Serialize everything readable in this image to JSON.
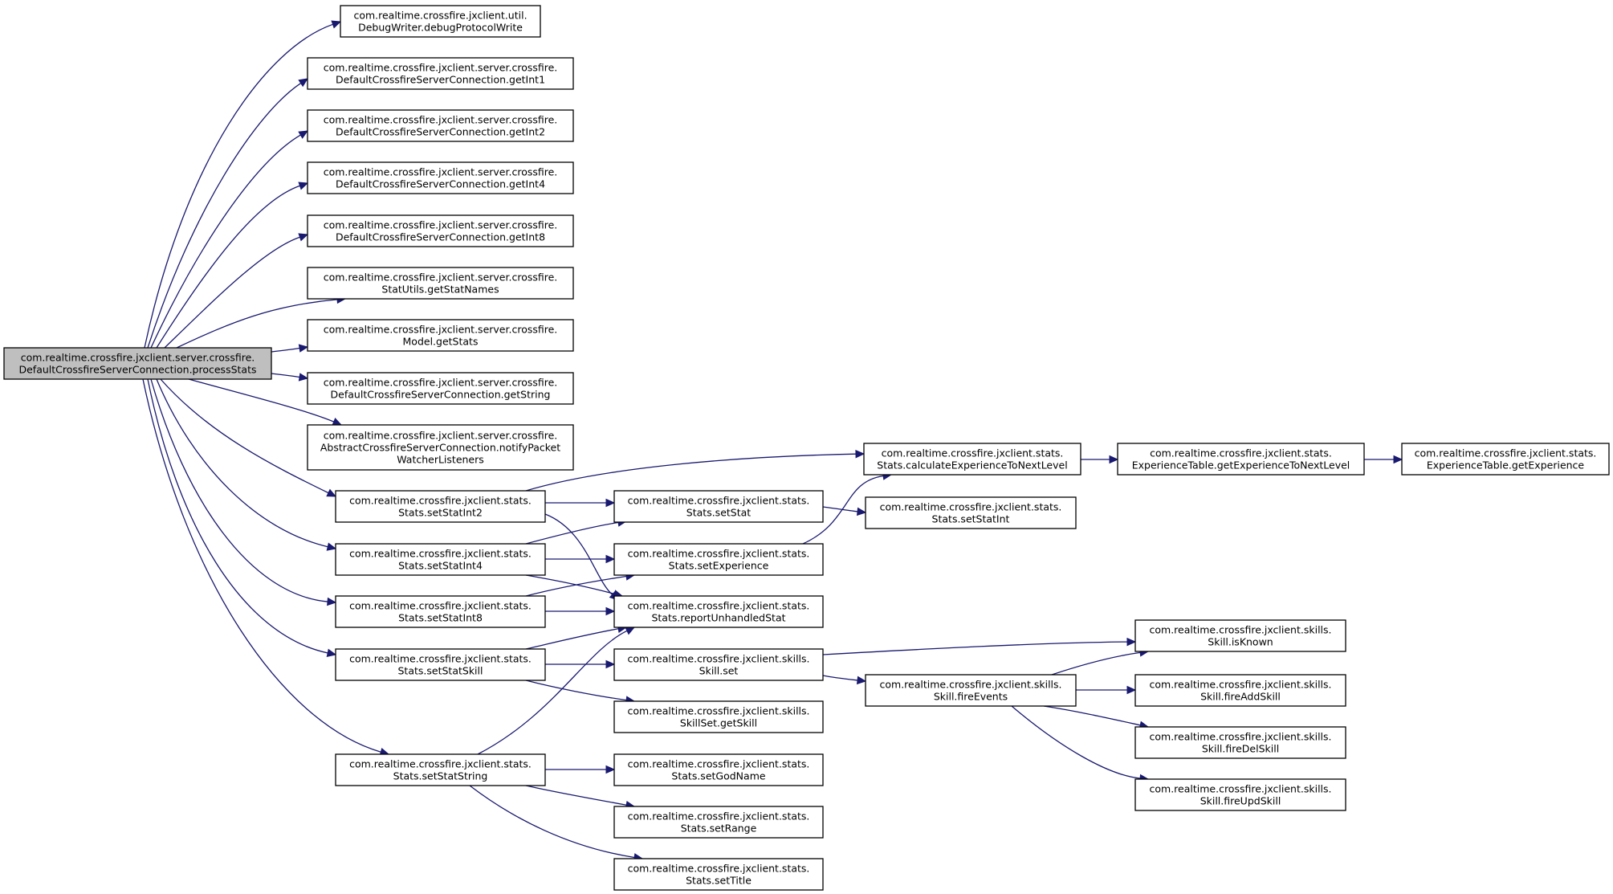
{
  "diagram": {
    "title": "",
    "nodes": [
      {
        "id": "processStats",
        "lines": [
          "com.realtime.crossfire.jxclient.server.crossfire.",
          "DefaultCrossfireServerConnection.processStats"
        ],
        "root": true
      },
      {
        "id": "debugProtocolWrite",
        "lines": [
          "com.realtime.crossfire.jxclient.util.",
          "DebugWriter.debugProtocolWrite"
        ]
      },
      {
        "id": "getInt1",
        "lines": [
          "com.realtime.crossfire.jxclient.server.crossfire.",
          "DefaultCrossfireServerConnection.getInt1"
        ]
      },
      {
        "id": "getInt2",
        "lines": [
          "com.realtime.crossfire.jxclient.server.crossfire.",
          "DefaultCrossfireServerConnection.getInt2"
        ]
      },
      {
        "id": "getInt4",
        "lines": [
          "com.realtime.crossfire.jxclient.server.crossfire.",
          "DefaultCrossfireServerConnection.getInt4"
        ]
      },
      {
        "id": "getInt8",
        "lines": [
          "com.realtime.crossfire.jxclient.server.crossfire.",
          "DefaultCrossfireServerConnection.getInt8"
        ]
      },
      {
        "id": "getStatNames",
        "lines": [
          "com.realtime.crossfire.jxclient.server.crossfire.",
          "StatUtils.getStatNames"
        ]
      },
      {
        "id": "getStats",
        "lines": [
          "com.realtime.crossfire.jxclient.server.crossfire.",
          "Model.getStats"
        ]
      },
      {
        "id": "getString",
        "lines": [
          "com.realtime.crossfire.jxclient.server.crossfire.",
          "DefaultCrossfireServerConnection.getString"
        ]
      },
      {
        "id": "notifyPacket",
        "lines": [
          "com.realtime.crossfire.jxclient.server.crossfire.",
          "AbstractCrossfireServerConnection.notifyPacket",
          "WatcherListeners"
        ]
      },
      {
        "id": "setStatInt2",
        "lines": [
          "com.realtime.crossfire.jxclient.stats.",
          "Stats.setStatInt2"
        ]
      },
      {
        "id": "setStatInt4",
        "lines": [
          "com.realtime.crossfire.jxclient.stats.",
          "Stats.setStatInt4"
        ]
      },
      {
        "id": "setStatInt8",
        "lines": [
          "com.realtime.crossfire.jxclient.stats.",
          "Stats.setStatInt8"
        ]
      },
      {
        "id": "setStatSkill",
        "lines": [
          "com.realtime.crossfire.jxclient.stats.",
          "Stats.setStatSkill"
        ]
      },
      {
        "id": "setStatString",
        "lines": [
          "com.realtime.crossfire.jxclient.stats.",
          "Stats.setStatString"
        ]
      },
      {
        "id": "calcExp",
        "lines": [
          "com.realtime.crossfire.jxclient.stats.",
          "Stats.calculateExperienceToNextLevel"
        ]
      },
      {
        "id": "setStat",
        "lines": [
          "com.realtime.crossfire.jxclient.stats.",
          "Stats.setStat"
        ]
      },
      {
        "id": "setExperience",
        "lines": [
          "com.realtime.crossfire.jxclient.stats.",
          "Stats.setExperience"
        ]
      },
      {
        "id": "reportUnhandled",
        "lines": [
          "com.realtime.crossfire.jxclient.stats.",
          "Stats.reportUnhandledStat"
        ]
      },
      {
        "id": "skillSet",
        "lines": [
          "com.realtime.crossfire.jxclient.skills.",
          "Skill.set"
        ]
      },
      {
        "id": "getSkill",
        "lines": [
          "com.realtime.crossfire.jxclient.skills.",
          "SkillSet.getSkill"
        ]
      },
      {
        "id": "setGodName",
        "lines": [
          "com.realtime.crossfire.jxclient.stats.",
          "Stats.setGodName"
        ]
      },
      {
        "id": "setRange",
        "lines": [
          "com.realtime.crossfire.jxclient.stats.",
          "Stats.setRange"
        ]
      },
      {
        "id": "setTitle",
        "lines": [
          "com.realtime.crossfire.jxclient.stats.",
          "Stats.setTitle"
        ]
      },
      {
        "id": "getExpToNext",
        "lines": [
          "com.realtime.crossfire.jxclient.stats.",
          "ExperienceTable.getExperienceToNextLevel"
        ]
      },
      {
        "id": "getExperience",
        "lines": [
          "com.realtime.crossfire.jxclient.stats.",
          "ExperienceTable.getExperience"
        ]
      },
      {
        "id": "setStatIntLeaf",
        "lines": [
          "com.realtime.crossfire.jxclient.stats.",
          "Stats.setStatInt"
        ]
      },
      {
        "id": "fireEvents",
        "lines": [
          "com.realtime.crossfire.jxclient.skills.",
          "Skill.fireEvents"
        ]
      },
      {
        "id": "isKnown",
        "lines": [
          "com.realtime.crossfire.jxclient.skills.",
          "Skill.isKnown"
        ]
      },
      {
        "id": "fireAddSkill",
        "lines": [
          "com.realtime.crossfire.jxclient.skills.",
          "Skill.fireAddSkill"
        ]
      },
      {
        "id": "fireDelSkill",
        "lines": [
          "com.realtime.crossfire.jxclient.skills.",
          "Skill.fireDelSkill"
        ]
      },
      {
        "id": "fireUpdSkill",
        "lines": [
          "com.realtime.crossfire.jxclient.skills.",
          "Skill.fireUpdSkill"
        ]
      }
    ],
    "edges": [
      {
        "from": "processStats",
        "to": "debugProtocolWrite"
      },
      {
        "from": "processStats",
        "to": "getInt1"
      },
      {
        "from": "processStats",
        "to": "getInt2"
      },
      {
        "from": "processStats",
        "to": "getInt4"
      },
      {
        "from": "processStats",
        "to": "getInt8"
      },
      {
        "from": "processStats",
        "to": "getStatNames"
      },
      {
        "from": "processStats",
        "to": "getStats"
      },
      {
        "from": "processStats",
        "to": "getString"
      },
      {
        "from": "processStats",
        "to": "notifyPacket"
      },
      {
        "from": "processStats",
        "to": "setStatInt2"
      },
      {
        "from": "processStats",
        "to": "setStatInt4"
      },
      {
        "from": "processStats",
        "to": "setStatInt8"
      },
      {
        "from": "processStats",
        "to": "setStatSkill"
      },
      {
        "from": "processStats",
        "to": "setStatString"
      },
      {
        "from": "setStatInt2",
        "to": "calcExp"
      },
      {
        "from": "setStatInt2",
        "to": "setStat"
      },
      {
        "from": "setStatInt2",
        "to": "reportUnhandled"
      },
      {
        "from": "setStatInt4",
        "to": "setStat"
      },
      {
        "from": "setStatInt4",
        "to": "setExperience"
      },
      {
        "from": "setStatInt4",
        "to": "reportUnhandled"
      },
      {
        "from": "setStatInt8",
        "to": "setExperience"
      },
      {
        "from": "setStatInt8",
        "to": "reportUnhandled"
      },
      {
        "from": "setStatSkill",
        "to": "reportUnhandled"
      },
      {
        "from": "setStatSkill",
        "to": "skillSet"
      },
      {
        "from": "setStatSkill",
        "to": "getSkill"
      },
      {
        "from": "setStatString",
        "to": "reportUnhandled"
      },
      {
        "from": "setStatString",
        "to": "setGodName"
      },
      {
        "from": "setStatString",
        "to": "setRange"
      },
      {
        "from": "setStatString",
        "to": "setTitle"
      },
      {
        "from": "calcExp",
        "to": "getExpToNext"
      },
      {
        "from": "getExpToNext",
        "to": "getExperience"
      },
      {
        "from": "setStat",
        "to": "setStatIntLeaf"
      },
      {
        "from": "setExperience",
        "to": "calcExp"
      },
      {
        "from": "skillSet",
        "to": "isKnown"
      },
      {
        "from": "skillSet",
        "to": "fireEvents"
      },
      {
        "from": "fireEvents",
        "to": "isKnown"
      },
      {
        "from": "fireEvents",
        "to": "fireAddSkill"
      },
      {
        "from": "fireEvents",
        "to": "fireDelSkill"
      },
      {
        "from": "fireEvents",
        "to": "fireUpdSkill"
      }
    ]
  }
}
